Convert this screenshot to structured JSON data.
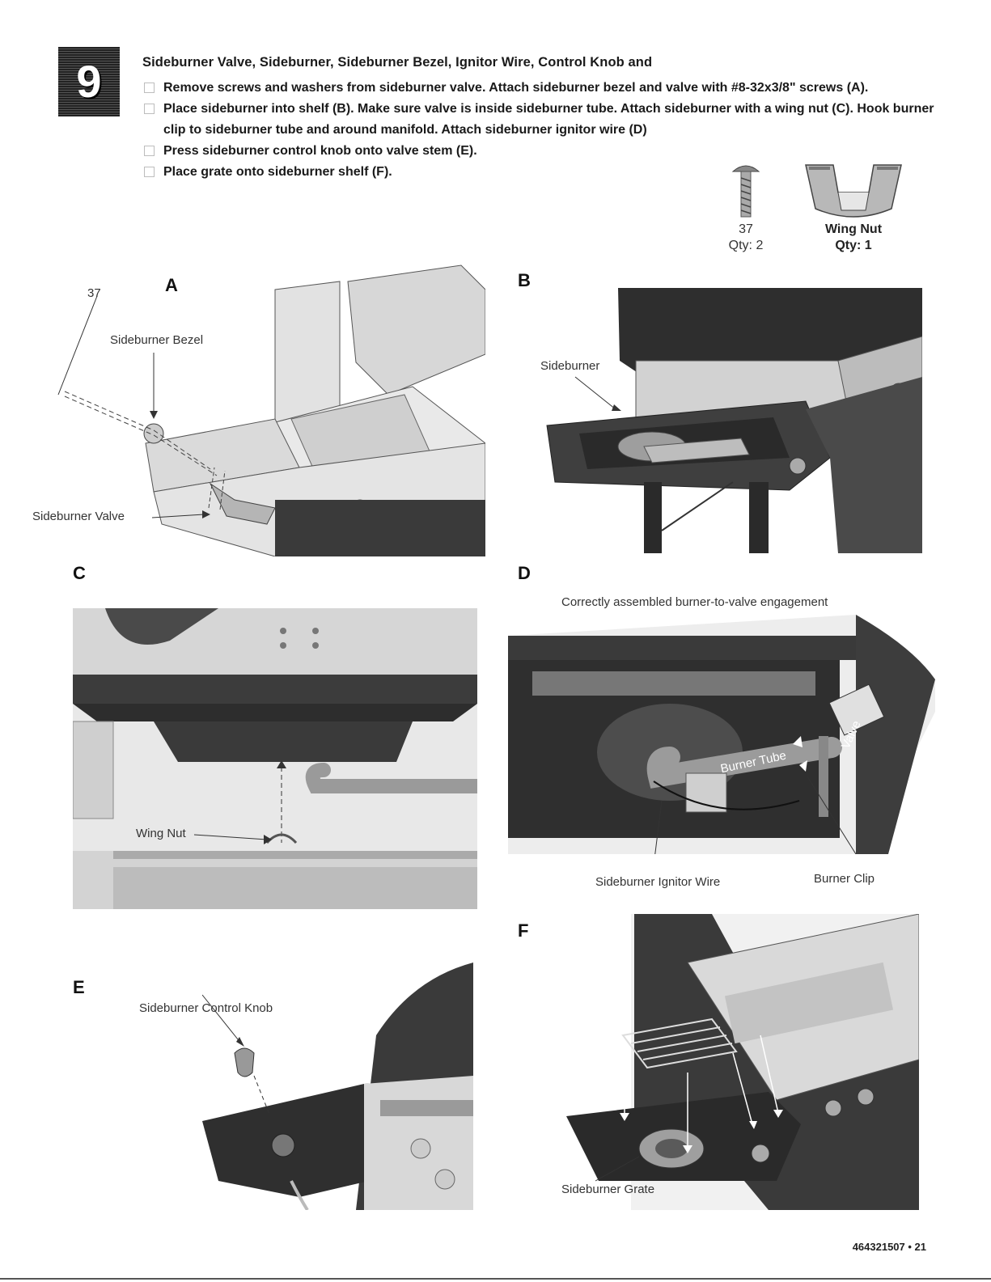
{
  "step_number": "9",
  "heading": "Sideburner Valve, Sideburner, Sideburner Bezel, Ignitor Wire, Control Knob and",
  "steps": [
    "Remove screws and washers from sideburner valve. Attach sideburner bezel and valve with #8-32x3/8\" screws (A).",
    "Place sideburner into shelf (B). Make sure valve is inside sideburner tube. Attach sideburner with a wing nut (C). Hook burner clip to sideburner tube and around manifold.  Attach sideburner ignitor wire (D)",
    "Press sideburner control knob onto valve stem (E).",
    "Place grate onto sideburner shelf (F)."
  ],
  "parts": [
    {
      "id": "37",
      "qty": "Qty: 2",
      "icon": "screw-icon"
    },
    {
      "id": "Wing Nut",
      "qty": "Qty: 1",
      "icon": "wing-nut-icon"
    }
  ],
  "figures": {
    "A": {
      "letter": "A",
      "callouts": {
        "part": "37",
        "bezel": "Sideburner Bezel",
        "valve": "Sideburner Valve"
      }
    },
    "B": {
      "letter": "B",
      "callouts": {
        "sideburner": "Sideburner"
      }
    },
    "C": {
      "letter": "C",
      "callouts": {
        "wing_nut": "Wing Nut"
      }
    },
    "D": {
      "letter": "D",
      "caption": "Correctly assembled burner-to-valve engagement",
      "callouts": {
        "valve": "Valve",
        "tube": "Burner Tube",
        "ignitor": "Sideburner Ignitor Wire",
        "clip": "Burner Clip"
      }
    },
    "E": {
      "letter": "E",
      "callouts": {
        "knob": "Sideburner Control Knob"
      }
    },
    "F": {
      "letter": "F",
      "callouts": {
        "grate": "Sideburner Grate"
      }
    }
  },
  "footer": "464321507 • 21"
}
